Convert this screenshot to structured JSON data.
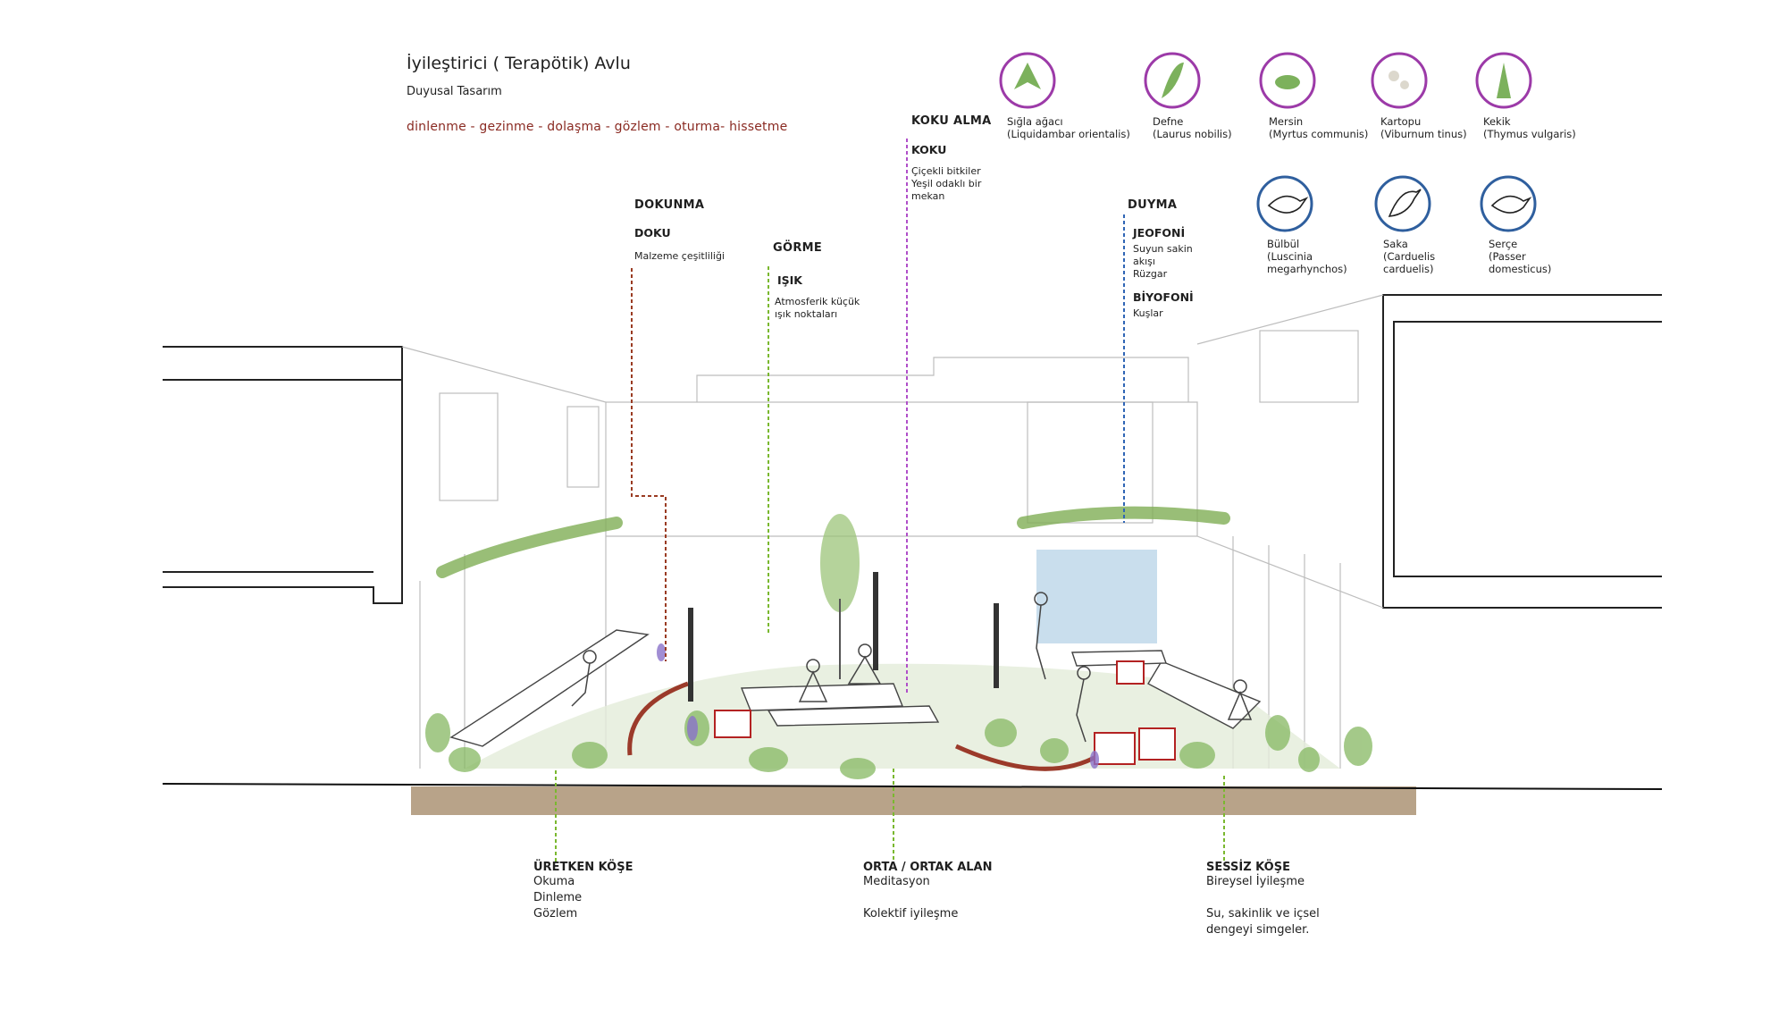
{
  "header": {
    "title": "İyileştirici ( Terapötik) Avlu",
    "subtitle": "Duyusal Tasarım",
    "activities": "dinlenme - gezinme - dolaşma - gözlem - oturma-  hissetme"
  },
  "senses": {
    "touch": {
      "sense": "DOKUNMA",
      "quality": "DOKU",
      "desc": "Malzeme çeşitliliği",
      "color": "#9a3b22"
    },
    "sight": {
      "sense": "GÖRME",
      "quality": "IŞIK",
      "desc_lines": [
        "Atmosferik küçük",
        "ışık noktaları"
      ],
      "color": "#7ab82f"
    },
    "smell": {
      "sense": "KOKU ALMA",
      "quality": "KOKU",
      "desc_lines": [
        "Çiçekli bitkiler",
        "Yeşil odaklı bir",
        "mekan"
      ],
      "color": "#b04fc9"
    },
    "hearing": {
      "sense": "DUYMA",
      "quality1": "JEOFONİ",
      "desc1_lines": [
        "Suyun sakin",
        "akışı",
        "Rüzgar"
      ],
      "quality2": "BİYOFONİ",
      "desc2": "Kuşlar",
      "color": "#2f65b5"
    }
  },
  "plants": [
    {
      "icon": "sweetgum-leaf-icon",
      "lines": [
        "Sığla ağacı",
        "(Liquidambar orientalis)"
      ]
    },
    {
      "icon": "laurel-leaf-icon",
      "lines": [
        "Defne",
        "(Laurus nobilis)"
      ]
    },
    {
      "icon": "myrtle-icon",
      "lines": [
        "Mersin",
        "(Myrtus communis)"
      ]
    },
    {
      "icon": "viburnum-flower-icon",
      "lines": [
        "Kartopu",
        "(Viburnum tinus)"
      ]
    },
    {
      "icon": "thyme-icon",
      "lines": [
        "Kekik",
        "(Thymus vulgaris)"
      ]
    }
  ],
  "birds": [
    {
      "icon": "nightingale-icon",
      "lines": [
        "Bülbül",
        "(Luscinia",
        "megarhynchos)"
      ]
    },
    {
      "icon": "goldfinch-icon",
      "lines": [
        "Saka",
        "(Carduelis",
        "carduelis)"
      ]
    },
    {
      "icon": "sparrow-icon",
      "lines": [
        "Serçe",
        "(Passer",
        "domesticus)"
      ]
    }
  ],
  "zones": [
    {
      "title": "ÜRETKEN KÖŞE",
      "lines": [
        "Okuma",
        "Dinleme",
        "Gözlem"
      ],
      "color": "#7ab82f"
    },
    {
      "title": "ORTA / ORTAK ALAN",
      "lines": [
        "Meditasyon",
        "",
        "Kolektif iyileşme"
      ],
      "color": "#7ab82f"
    },
    {
      "title": "SESSİZ KÖŞE",
      "lines": [
        "Bireysel İyileşme",
        "",
        "Su, sakinlik ve içsel",
        "dengeyi simgeler."
      ],
      "color": "#7ab82f"
    }
  ],
  "colors": {
    "plant_ring": "#9c3aa8",
    "bird_ring": "#2f5f9e",
    "soil": "#b9a48a",
    "activities": "#8a2a22"
  }
}
